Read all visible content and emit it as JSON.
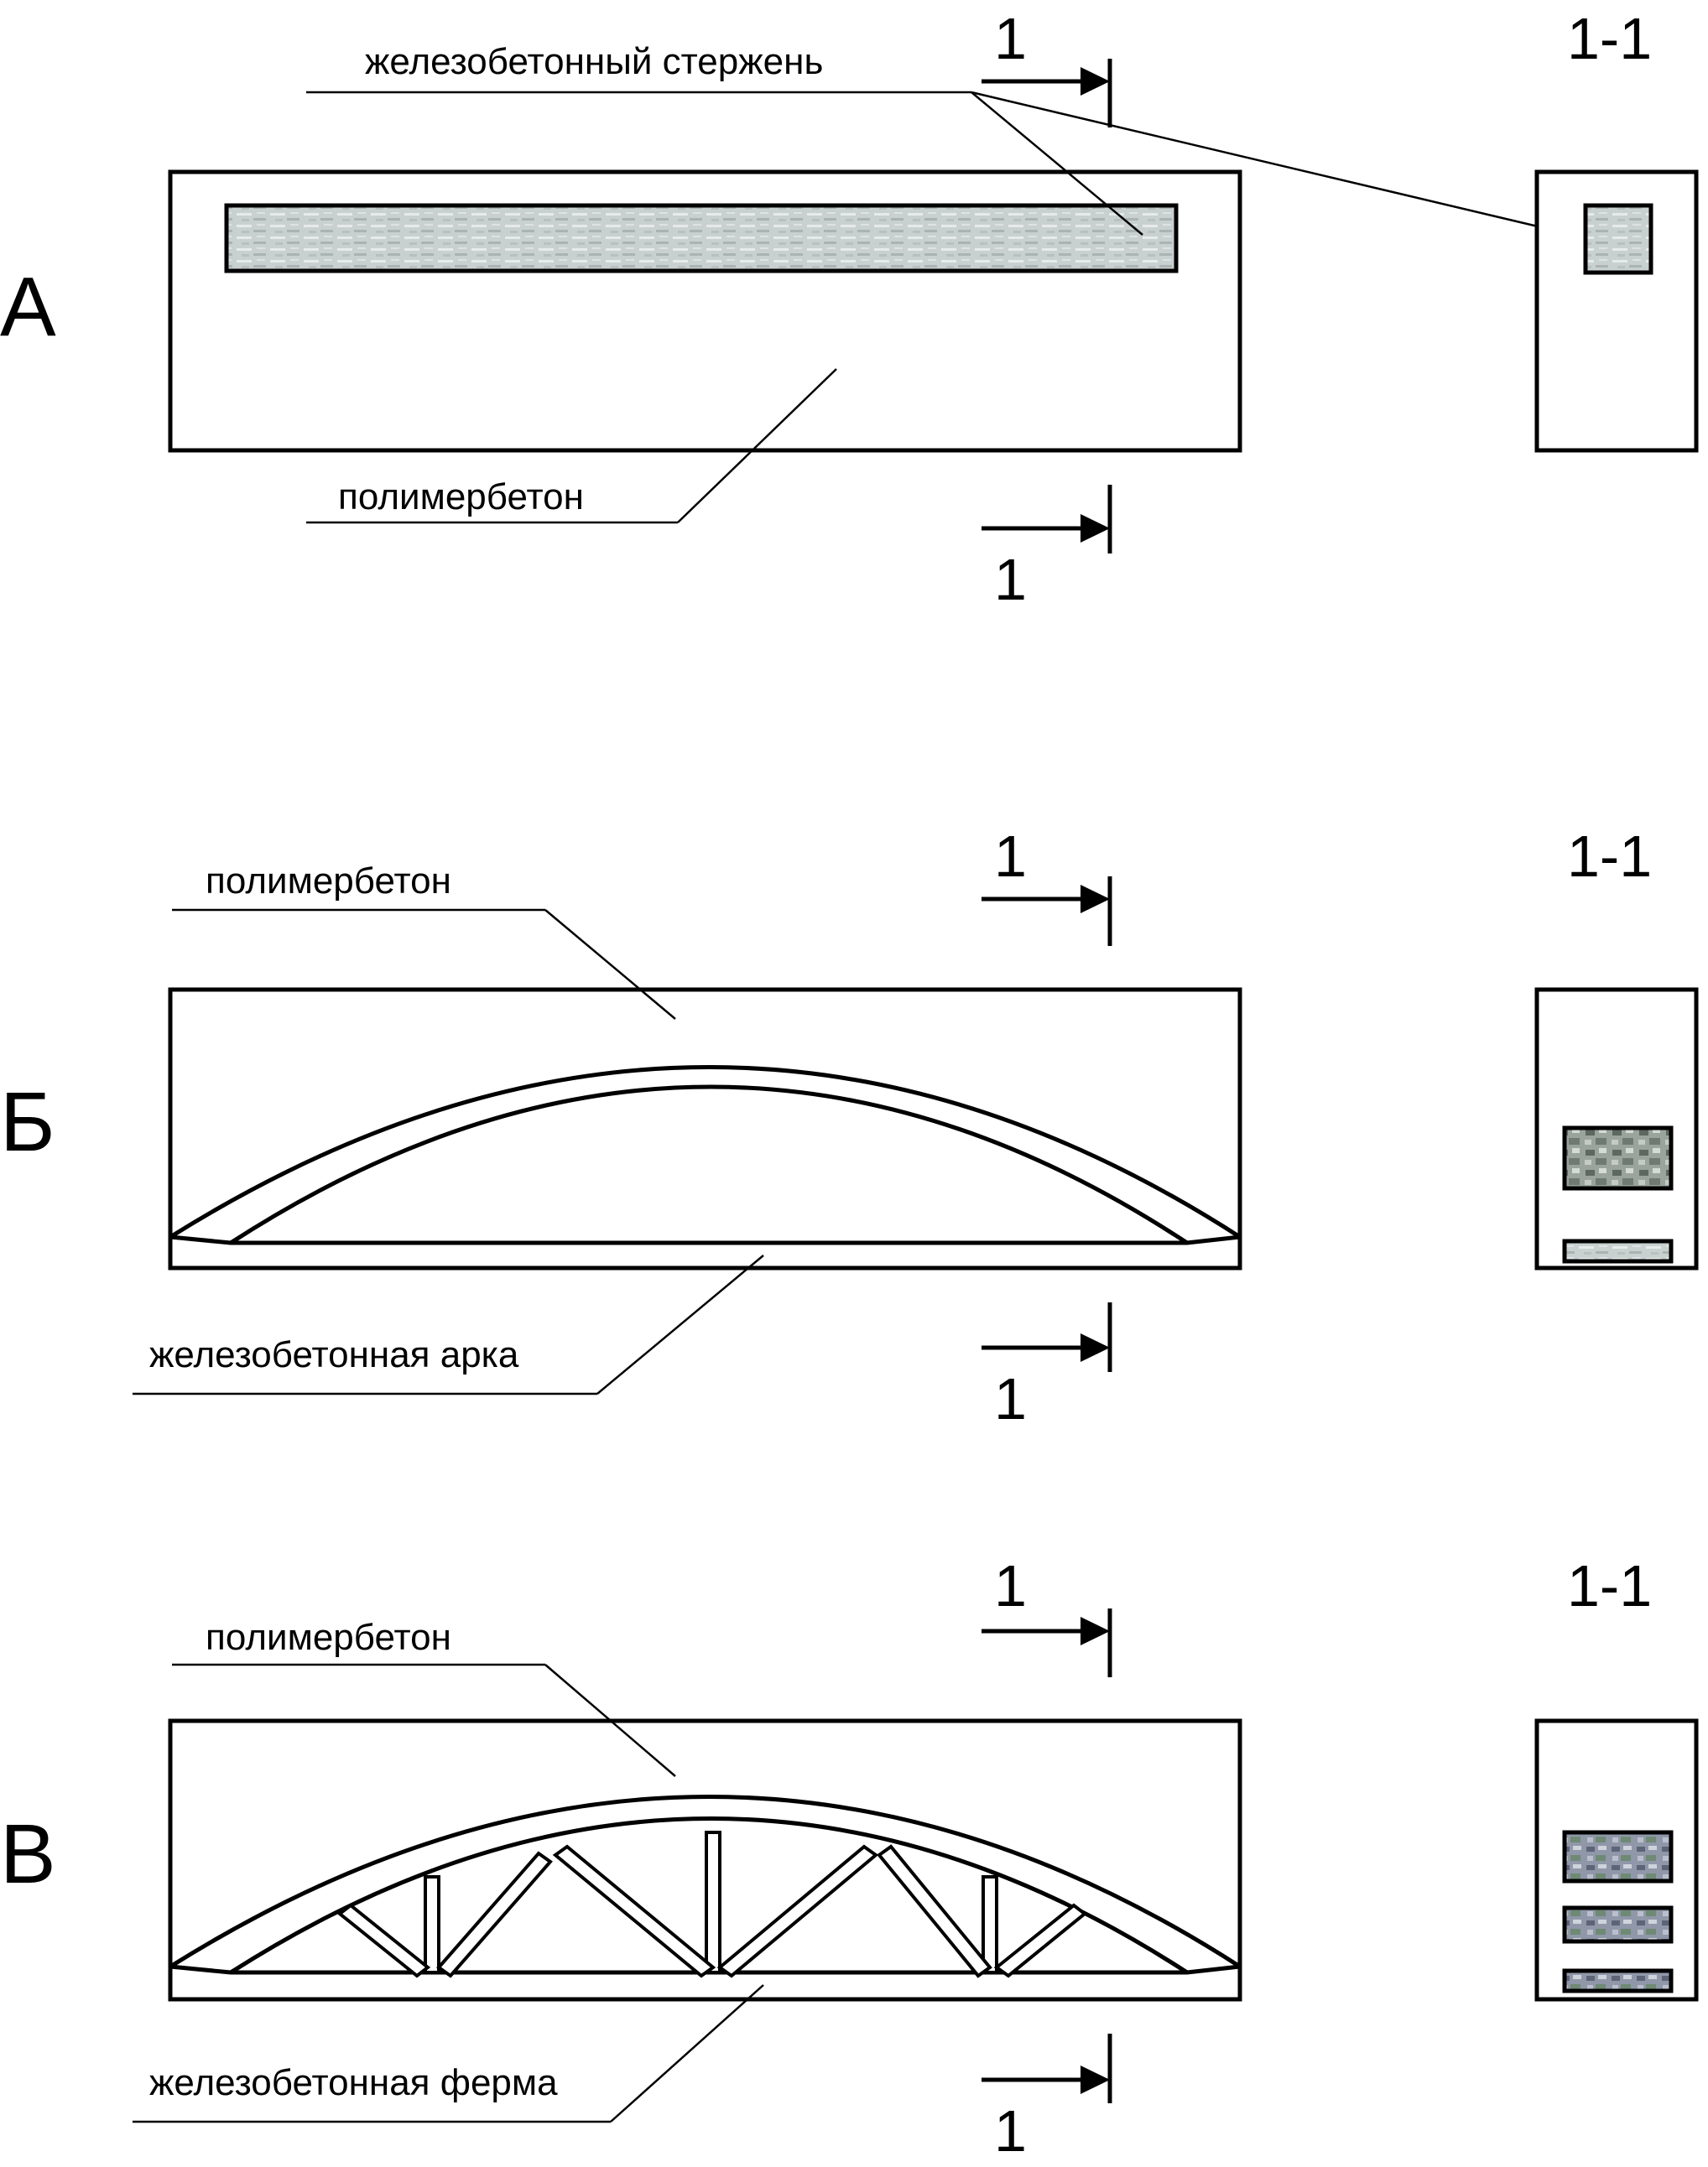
{
  "materials": {
    "polymer_concrete": "полимербетон",
    "rc_rod": "железобетонный стержень",
    "rc_arch": "железобетонная арка",
    "rc_truss": "железобетонная ферма"
  },
  "section_mark": "1",
  "section_title": "1-1",
  "panels": [
    {
      "letter": "А",
      "core_label": "железобетонный стержень",
      "matrix_label": "полимербетон"
    },
    {
      "letter": "Б",
      "matrix_label": "полимербетон",
      "core_label": "железобетонная арка"
    },
    {
      "letter": "В",
      "matrix_label": "полимербетон",
      "core_label": "железобетонная ферма"
    }
  ],
  "colors": {
    "line": "#000000",
    "background": "#ffffff",
    "rod_fill": "#c8d0cf",
    "arch_fill": "#8f9a92",
    "truss_fill": "#8e95a4"
  }
}
